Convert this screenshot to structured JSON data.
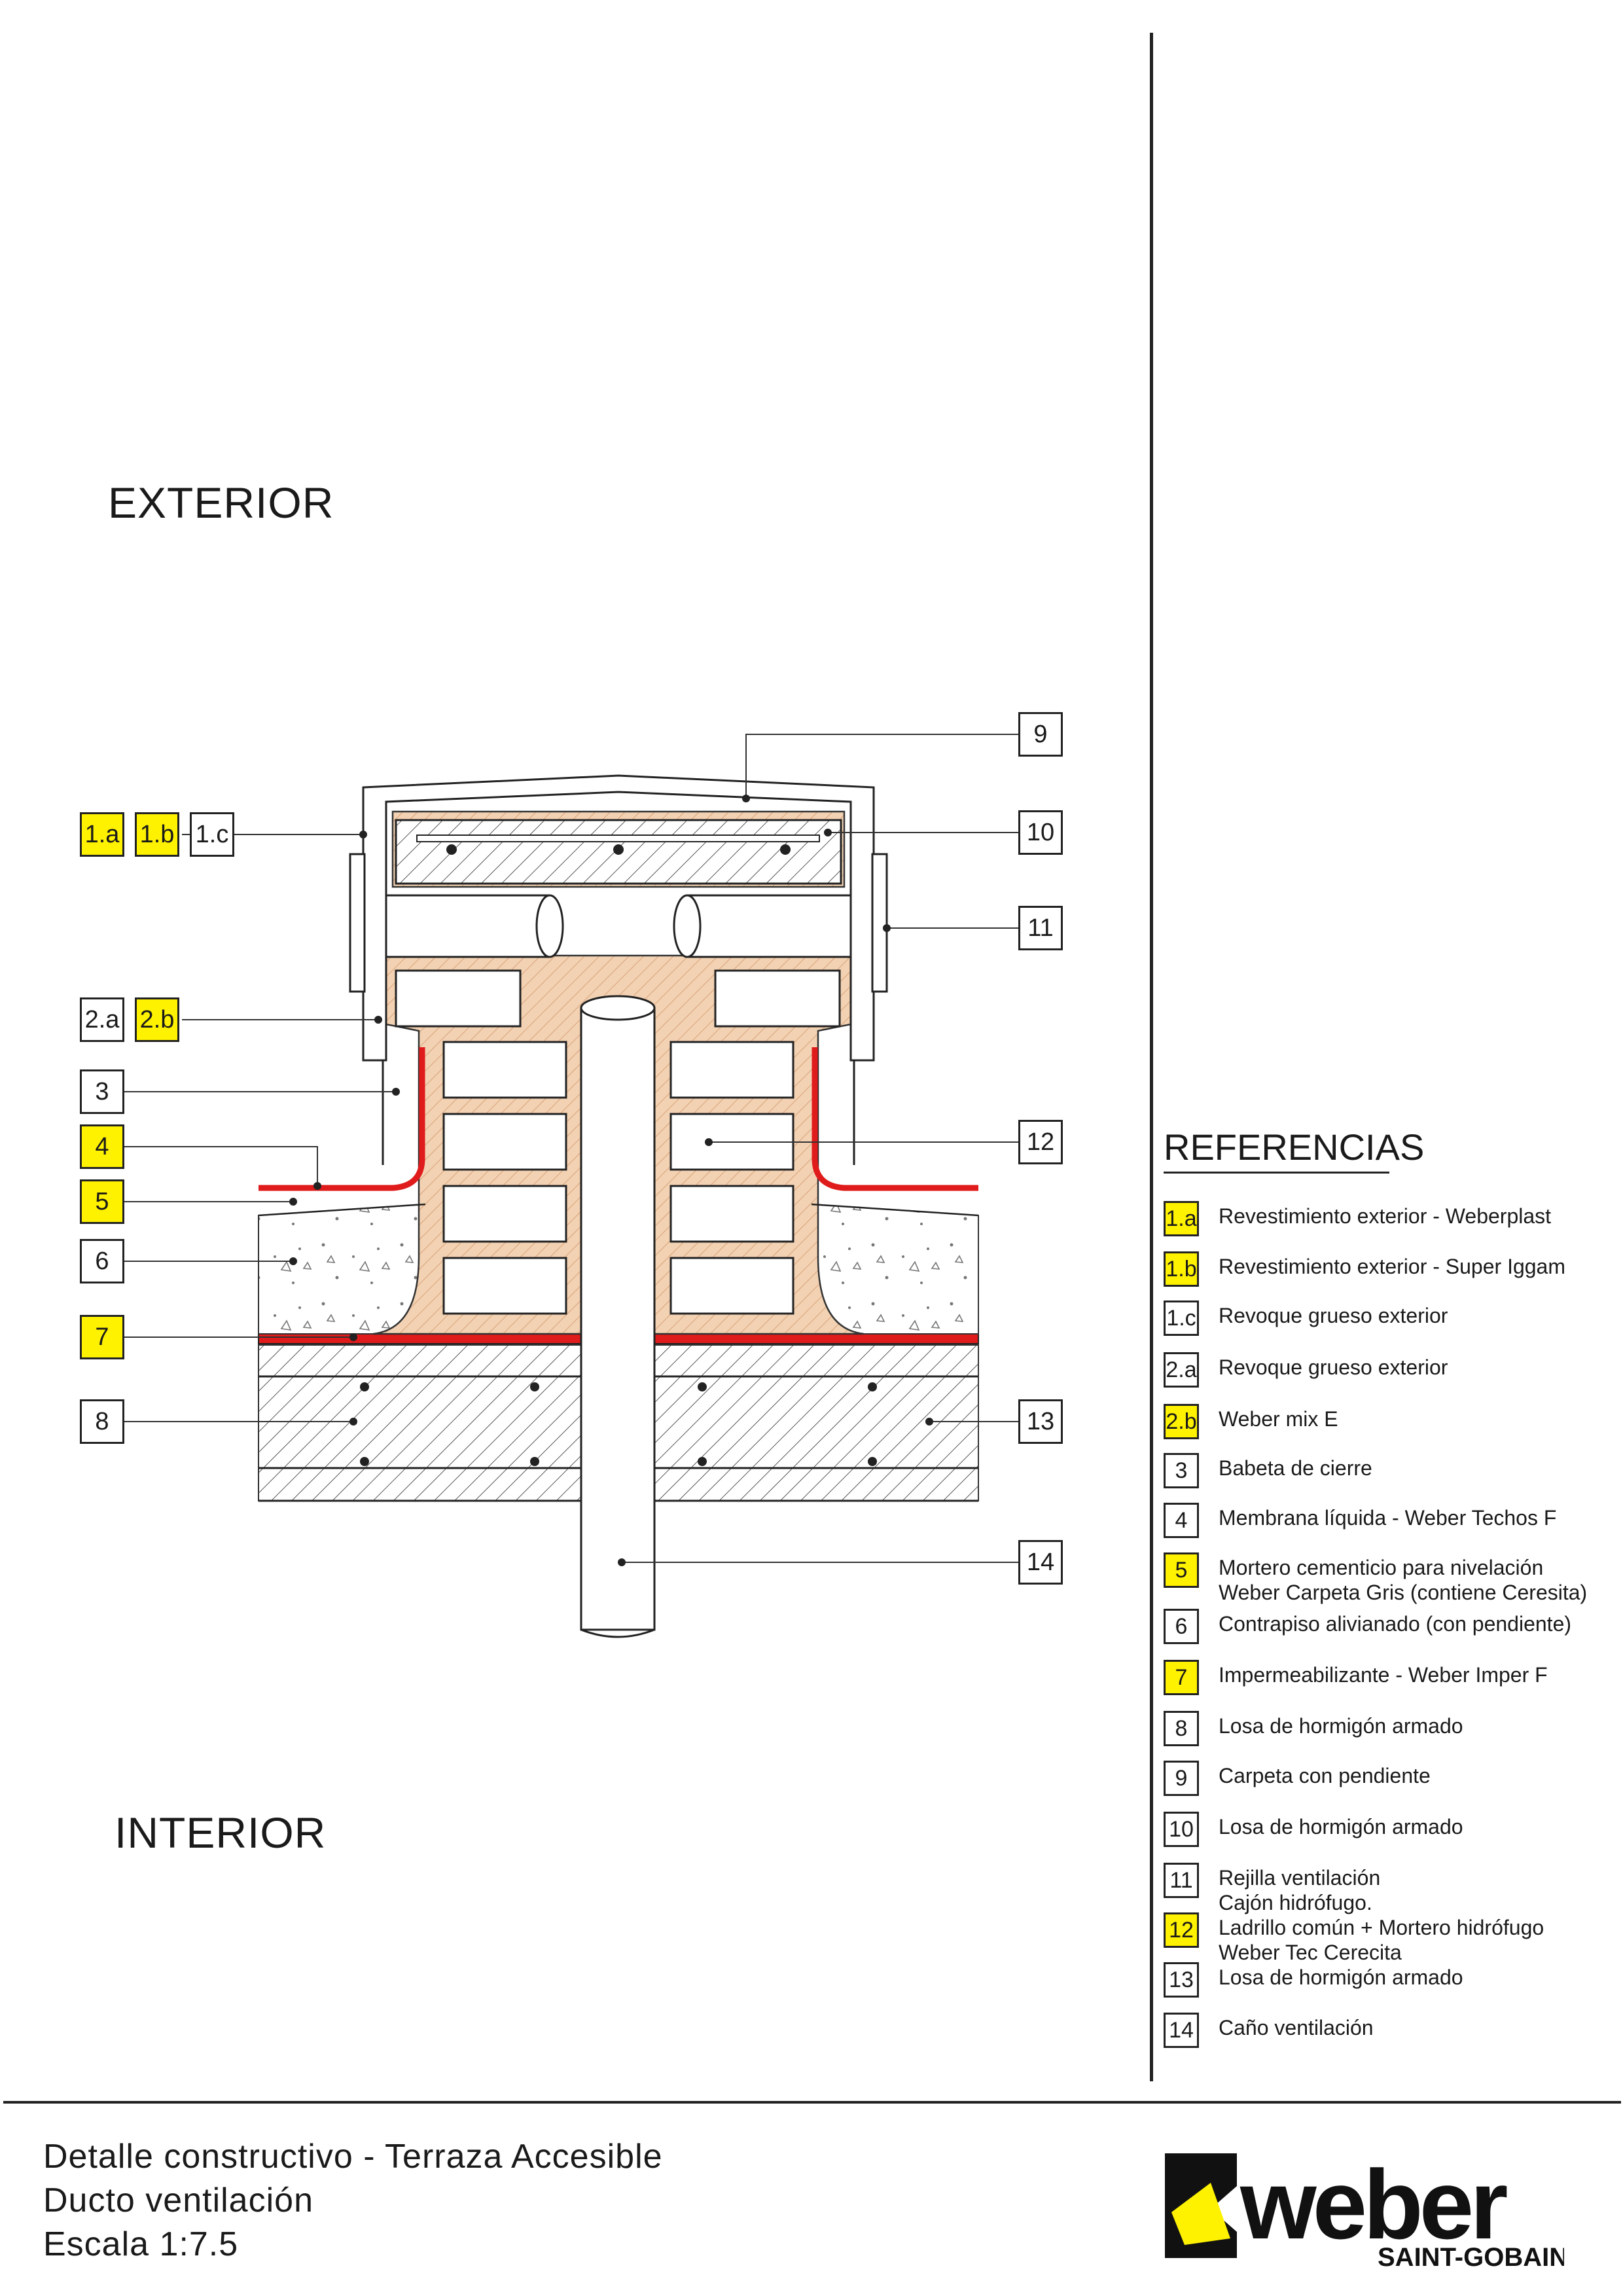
{
  "zones": {
    "exterior": "EXTERIOR",
    "interior": "INTERIOR"
  },
  "references": {
    "title": "REFERENCIAS",
    "items": [
      {
        "code": "1.a",
        "highlight": true,
        "lines": [
          "Revestimiento exterior - Weberplast"
        ]
      },
      {
        "code": "1.b",
        "highlight": true,
        "lines": [
          "Revestimiento exterior - Super Iggam"
        ]
      },
      {
        "code": "1.c",
        "highlight": false,
        "lines": [
          "Revoque grueso exterior"
        ]
      },
      {
        "code": "2.a",
        "highlight": false,
        "lines": [
          "Revoque grueso exterior"
        ]
      },
      {
        "code": "2.b",
        "highlight": true,
        "lines": [
          "Weber mix E"
        ]
      },
      {
        "code": "3",
        "highlight": false,
        "lines": [
          "Babeta de cierre"
        ]
      },
      {
        "code": "4",
        "highlight": false,
        "lines": [
          "Membrana líquida - Weber Techos F"
        ]
      },
      {
        "code": "5",
        "highlight": true,
        "lines": [
          "Mortero cementicio para nivelación",
          "Weber Carpeta Gris (contiene Ceresita)"
        ]
      },
      {
        "code": "6",
        "highlight": false,
        "lines": [
          "Contrapiso alivianado (con pendiente)"
        ]
      },
      {
        "code": "7",
        "highlight": true,
        "lines": [
          "Impermeabilizante - Weber Imper F"
        ]
      },
      {
        "code": "8",
        "highlight": false,
        "lines": [
          "Losa de hormigón armado"
        ]
      },
      {
        "code": "9",
        "highlight": false,
        "lines": [
          "Carpeta con pendiente"
        ]
      },
      {
        "code": "10",
        "highlight": false,
        "lines": [
          "Losa de hormigón armado"
        ]
      },
      {
        "code": "11",
        "highlight": false,
        "lines": [
          "Rejilla ventilación",
          "Cajón hidrófugo."
        ]
      },
      {
        "code": "12",
        "highlight": true,
        "lines": [
          "Ladrillo común + Mortero hidrófugo",
          "Weber Tec Cerecita"
        ]
      },
      {
        "code": "13",
        "highlight": false,
        "lines": [
          "Losa de hormigón armado"
        ]
      },
      {
        "code": "14",
        "highlight": false,
        "lines": [
          "Caño ventilación"
        ]
      }
    ]
  },
  "callouts": {
    "c1a": "1.a",
    "c1b": "1.b",
    "c1c": "1.c",
    "c2a": "2.a",
    "c2b": "2.b",
    "c3": "3",
    "c4": "4",
    "c5": "5",
    "c6": "6",
    "c7": "7",
    "c8": "8",
    "c9": "9",
    "c10": "10",
    "c11": "11",
    "c12": "12",
    "c13": "13",
    "c14": "14"
  },
  "footer": {
    "line1": "Detalle constructivo - Terraza Accesible",
    "line2": "Ducto ventilación",
    "line3": "Escala 1:7.5"
  },
  "logo": {
    "brand": "weber",
    "sub": "SAINT-GOBAIN"
  },
  "colors": {
    "highlight": "#fff200",
    "membrane": "#e01b1b",
    "mortar": "#f2d2b3"
  }
}
